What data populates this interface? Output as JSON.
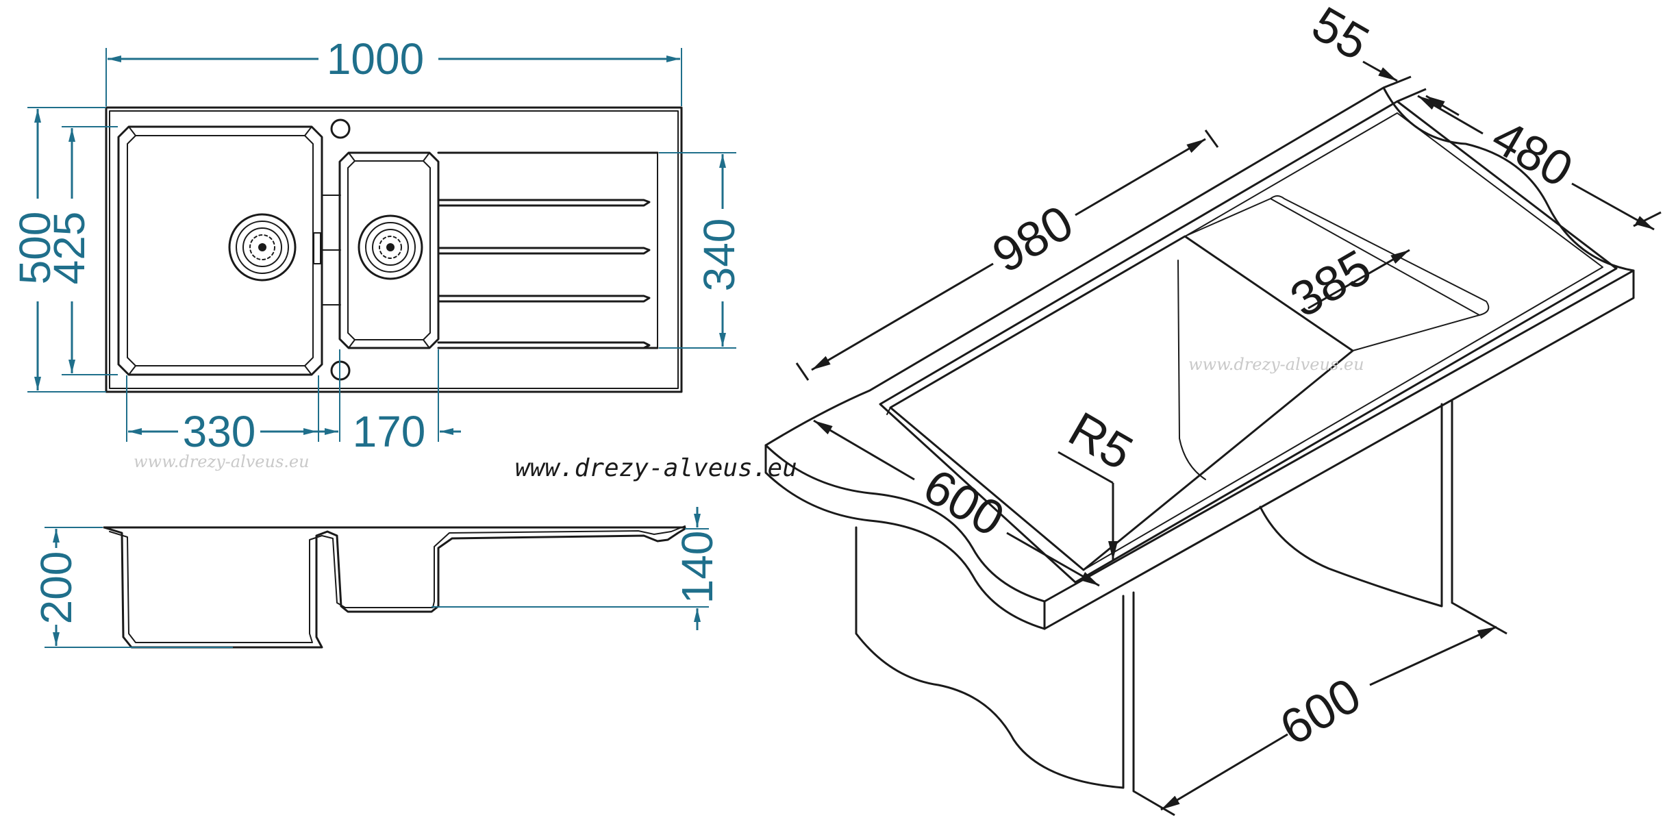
{
  "colors": {
    "dimension": "#1f6f8b",
    "outline": "#1a1a1a",
    "watermark": "#c9c9c9"
  },
  "website": "www.drezy-alveus.eu",
  "watermark": "www.drezy-alveus.eu",
  "top_view": {
    "overall_width": "1000",
    "overall_depth": "500",
    "bowl_depth": "425",
    "small_bowl_depth": "340",
    "large_bowl_width": "330",
    "small_bowl_width": "170"
  },
  "side_view": {
    "large_bowl_height": "200",
    "small_bowl_height": "140"
  },
  "iso_view": {
    "cutout_length": "980",
    "edge_offset": "55",
    "cutout_width": "480",
    "drainer_width": "385",
    "corner_radius": "R5",
    "counter_depth": "600",
    "cabinet_width": "600"
  }
}
